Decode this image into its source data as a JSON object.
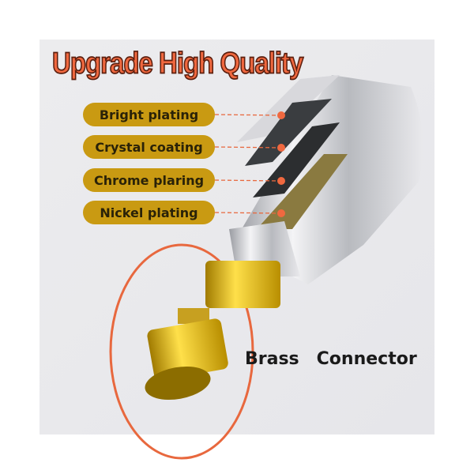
{
  "title": "Upgrade High Quality",
  "layers": [
    "Bright plating",
    "Crystal coating",
    "Chrome plaring",
    "Nickel plating"
  ],
  "connector": {
    "word1": "Brass",
    "word2": "Connector"
  },
  "colors": {
    "accent": "#f0683f",
    "pill": "#c99a12",
    "brass": "#e8c21a"
  }
}
